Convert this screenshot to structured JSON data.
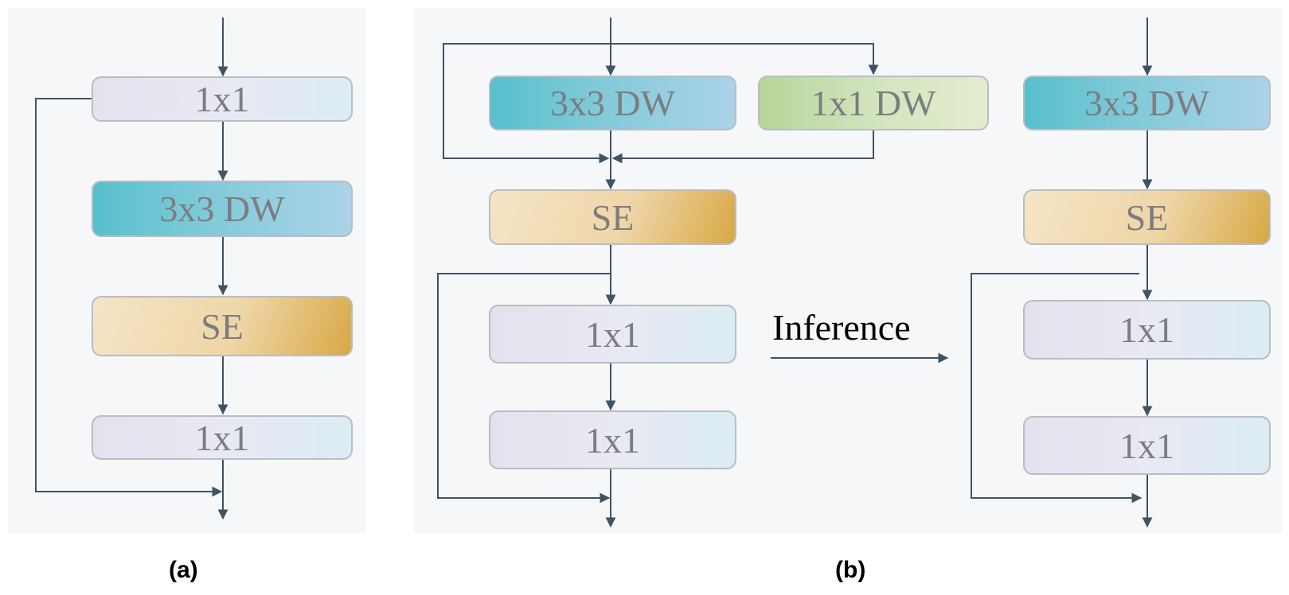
{
  "panel_a": {
    "caption": "(a)",
    "blocks": [
      "1x1",
      "3x3 DW",
      "SE",
      "1x1"
    ]
  },
  "panel_b": {
    "caption": "(b)",
    "training": {
      "dw3": "3x3 DW",
      "dw1": "1x1 DW",
      "se": "SE",
      "pw1": "1x1",
      "pw2": "1x1"
    },
    "arrow_label": "Inference",
    "inference": {
      "dw3": "3x3 DW",
      "se": "SE",
      "pw1": "1x1",
      "pw2": "1x1"
    }
  },
  "colors": {
    "line": "#3f5366",
    "block_1x1": "#e5e6f1",
    "block_3x3dw": "#6fc4d3",
    "block_se": "#ebcf98",
    "block_1x1dw": "#c9dfb0"
  }
}
